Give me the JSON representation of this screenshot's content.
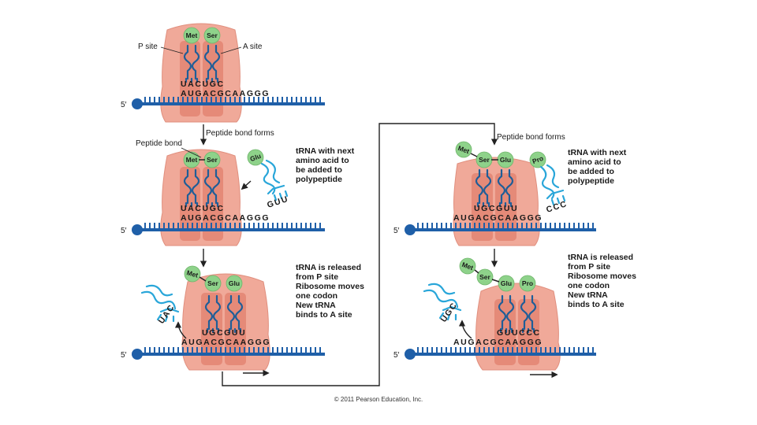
{
  "labels": {
    "p_site": "P site",
    "a_site": "A site",
    "five_prime": "5′",
    "peptide_bond_forms": "Peptide bond forms",
    "peptide_bond": "Peptide bond",
    "trna_next_1": "tRNA with next",
    "trna_next_2": "amino acid to",
    "trna_next_3": "be added to",
    "trna_next_4": "polypeptide",
    "released_1": "tRNA is released",
    "released_2": "from P site",
    "released_3": "Ribosome moves",
    "released_4": "one codon",
    "released_5": "New tRNA",
    "released_6": "binds to A site"
  },
  "amino_acids": {
    "met": "Met",
    "ser": "Ser",
    "glu": "Glu",
    "pro": "Pro"
  },
  "sequences": {
    "mrna": "AUGACGCAAGGG",
    "anticodons_1": "UACUGC",
    "anticodons_3": "UGCGUU",
    "anticodons_5": "GUUCCC",
    "free_guu": "GUU",
    "free_uac": "UAC",
    "free_ccc": "CCC",
    "free_ugc": "UGC"
  },
  "copyright": "© 2011 Pearson Education, Inc."
}
